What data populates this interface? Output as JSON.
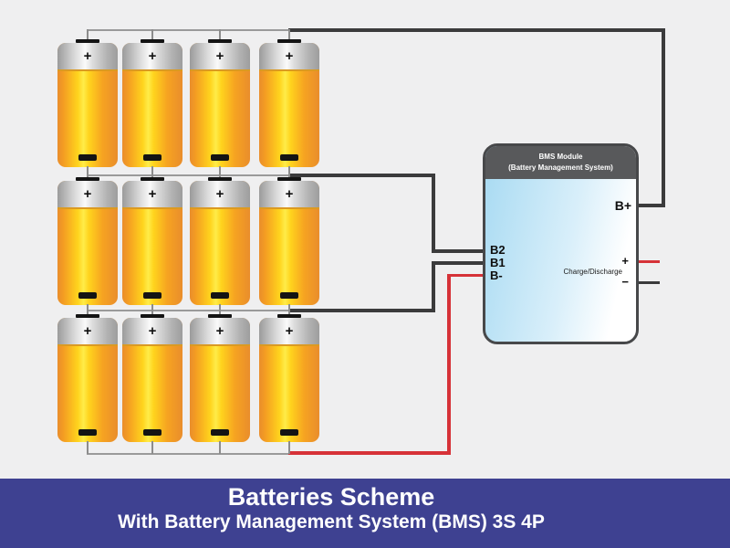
{
  "banner": {
    "title": "Batteries Scheme",
    "subtitle": "With Battery Management System (BMS) 3S 4P"
  },
  "bms": {
    "header_line1": "BMS Module",
    "header_line2": "(Battery Management System)",
    "ports": {
      "b_plus": "B+",
      "b2": "B2",
      "b1": "B1",
      "b_minus": "B-"
    },
    "output_plus": "+",
    "output_minus": "−",
    "charge_discharge": "Charge/Discharge"
  },
  "battery": {
    "plus_symbol": "+",
    "rows": 3,
    "columns": 4,
    "count": 12
  },
  "colors": {
    "background": "#EFEFF0",
    "banner_bg": "#3E4191",
    "battery_orange": "#F49D22",
    "battery_yellow": "#FFEC49",
    "battery_cap_silver": "#D8D8D8",
    "bms_header_gray": "#58595B",
    "bms_body_blue": "#A7DAF2",
    "wire_dark": "#3B3B3C",
    "wire_thin_gray": "#9A9A9A",
    "wire_red": "#D63238"
  }
}
